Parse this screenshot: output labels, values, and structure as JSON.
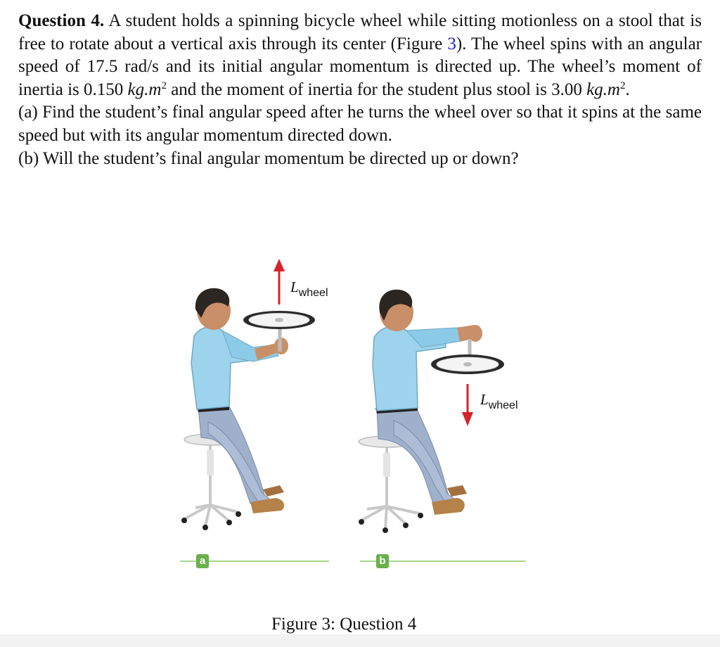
{
  "question": {
    "heading": "Question 4.",
    "intro_1": "A student holds a spinning bicycle wheel while sitting motionless on a stool that is free to rotate about a vertical axis through its center (Figure ",
    "figure_ref": "3",
    "intro_2": "). The wheel spins with an angular speed of 17.5 rad/s and its initial angular momentum is directed up. The wheel’s moment of inertia is 0.150 ",
    "unit_1": "kg.m",
    "exp_1": "2",
    "intro_3": " and the moment of inertia for the student plus stool is 3.00 ",
    "unit_2": "kg.m",
    "exp_2": "2",
    "intro_4": ".",
    "part_a": "(a) Find the student’s final angular speed after he turns the wheel over so that it spins at the same speed but with its angular momentum directed down.",
    "part_b": "(b) Will the student’s final angular momentum be directed up or down?"
  },
  "figure": {
    "label_L": "L",
    "label_sub": "wheel",
    "panel_a": "a",
    "panel_b": "b",
    "caption": "Figure 3: Question 4",
    "colors": {
      "arrow": "#d6232a",
      "shirt": "#9dd3ec",
      "pants": "#9fb0cb",
      "skin": "#c98f68",
      "hair": "#2b2622",
      "shoes": "#b5824a",
      "ground": "#a6d98a",
      "tag": "#6ab04c"
    }
  }
}
